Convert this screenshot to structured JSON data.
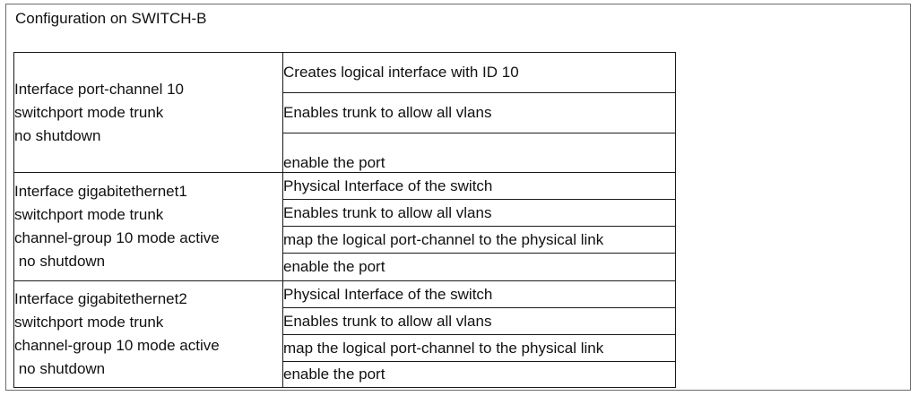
{
  "title": "Configuration on SWITCH-B",
  "groups": [
    {
      "commands": [
        "Interface port-channel 10",
        "switchport mode trunk",
        "no shutdown"
      ],
      "descriptions": [
        "Creates logical interface with ID 10",
        "Enables trunk to allow all vlans",
        "enable the port"
      ]
    },
    {
      "commands": [
        "Interface gigabitethernet1",
        "switchport mode trunk",
        "channel-group 10 mode active",
        " no shutdown"
      ],
      "descriptions": [
        "Physical Interface of the switch",
        "Enables trunk to allow all vlans",
        "map the logical port-channel to the physical link",
        "enable the port"
      ]
    },
    {
      "commands": [
        "Interface gigabitethernet2",
        "switchport mode trunk",
        "channel-group 10 mode active",
        " no shutdown"
      ],
      "descriptions": [
        "Physical Interface of the switch",
        "Enables trunk to allow all vlans",
        "map the logical port-channel to the physical link",
        "enable the port"
      ]
    }
  ]
}
